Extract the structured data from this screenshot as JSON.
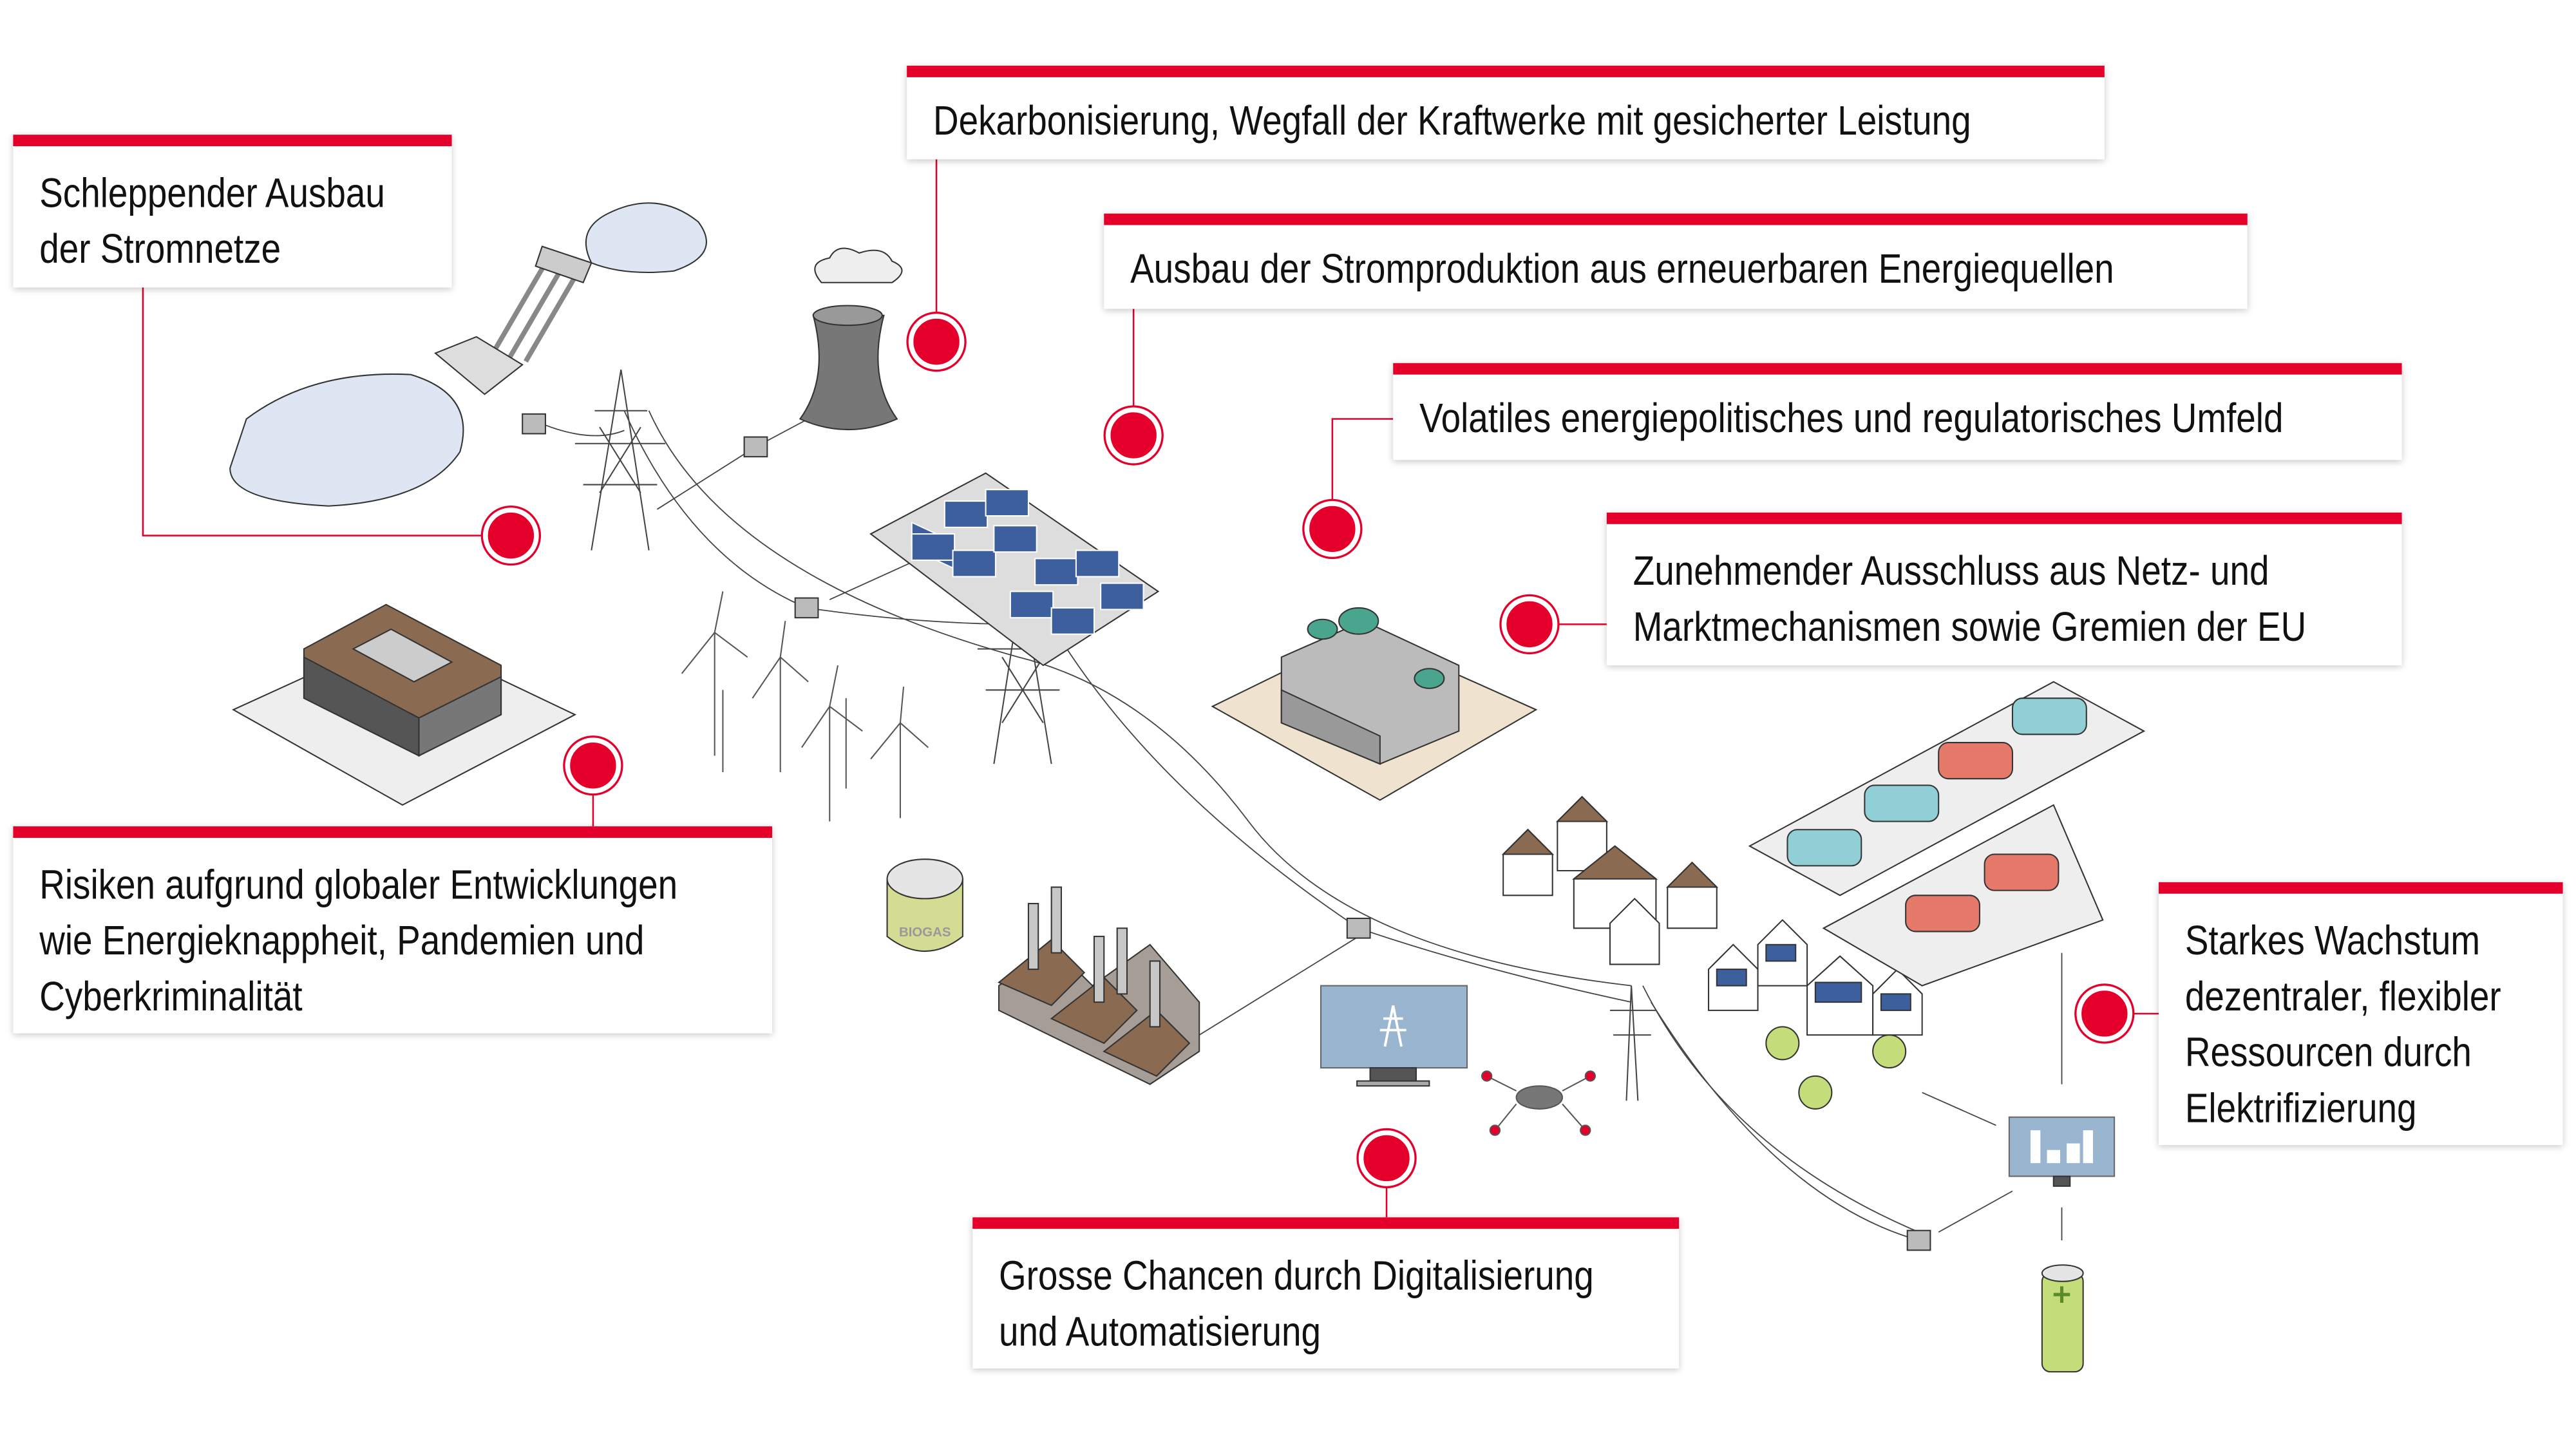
{
  "colors": {
    "accent": "#e4002b",
    "water": "#dde6f2",
    "solar": "#3d5f9e",
    "roof": "#8a6a50",
    "monitor": "#9ab5d0",
    "battery": "#c5dc7a"
  },
  "callouts": [
    {
      "id": "grid",
      "lines": [
        "Schleppender Ausbau",
        "der Stromnetze"
      ]
    },
    {
      "id": "decarb",
      "lines": [
        "Dekarbonisierung, Wegfall der Kraftwerke mit gesicherter Leistung"
      ]
    },
    {
      "id": "renew",
      "lines": [
        "Ausbau der Stromproduktion aus erneuerbaren Energiequellen"
      ]
    },
    {
      "id": "policy",
      "lines": [
        "Volatiles energiepolitisches und regulatorisches Umfeld"
      ]
    },
    {
      "id": "eu",
      "lines": [
        "Zunehmender Ausschluss aus Netz- und",
        "Marktmechanismen sowie Gremien der EU"
      ]
    },
    {
      "id": "risks",
      "lines": [
        "Risiken aufgrund globaler Entwicklungen",
        "wie Energieknappheit, Pandemien und",
        "Cyberkriminalität"
      ]
    },
    {
      "id": "decentral",
      "lines": [
        "Starkes Wachstum",
        "dezentraler, flexibler",
        "Ressourcen durch",
        "Elektrifizierung"
      ]
    },
    {
      "id": "digital",
      "lines": [
        "Grosse Chancen durch Digitalisierung",
        "und Automatisierung"
      ]
    }
  ],
  "illustration": {
    "biogas_label": "BIOGAS"
  }
}
